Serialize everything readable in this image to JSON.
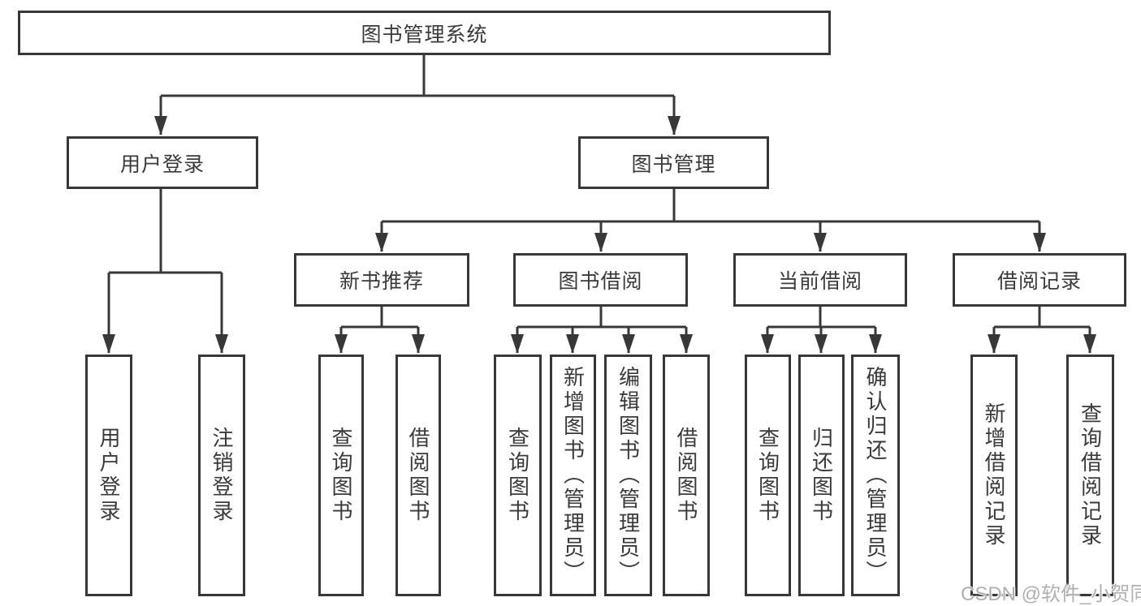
{
  "diagram": {
    "root": {
      "label": "图书管理系统"
    },
    "level2": [
      {
        "label": "用户登录"
      },
      {
        "label": "图书管理"
      }
    ],
    "level3": [
      {
        "label": "新书推荐"
      },
      {
        "label": "图书借阅"
      },
      {
        "label": "当前借阅"
      },
      {
        "label": "借阅记录"
      }
    ],
    "leaves": {
      "user_login": [
        {
          "label": "用户登录"
        },
        {
          "label": "注销登录"
        }
      ],
      "new_book_recommend": [
        {
          "label": "查询图书"
        },
        {
          "label": "借阅图书"
        }
      ],
      "book_borrow": [
        {
          "label": "查询图书"
        },
        {
          "label": "新增图书（管理员）"
        },
        {
          "label": "编辑图书（管理员）"
        },
        {
          "label": "借阅图书"
        }
      ],
      "current_borrow": [
        {
          "label": "查询图书"
        },
        {
          "label": "归还图书"
        },
        {
          "label": "确认归还（管理员）"
        }
      ],
      "borrow_records": [
        {
          "label": "新增借阅记录"
        },
        {
          "label": "查询借阅记录"
        }
      ]
    }
  },
  "watermark": {
    "text": "CSDN @软件_小贺同学"
  },
  "colors": {
    "line": "#383838",
    "text": "#3a3a3a",
    "background": "#ffffff",
    "watermark": "#b0b0b0"
  }
}
